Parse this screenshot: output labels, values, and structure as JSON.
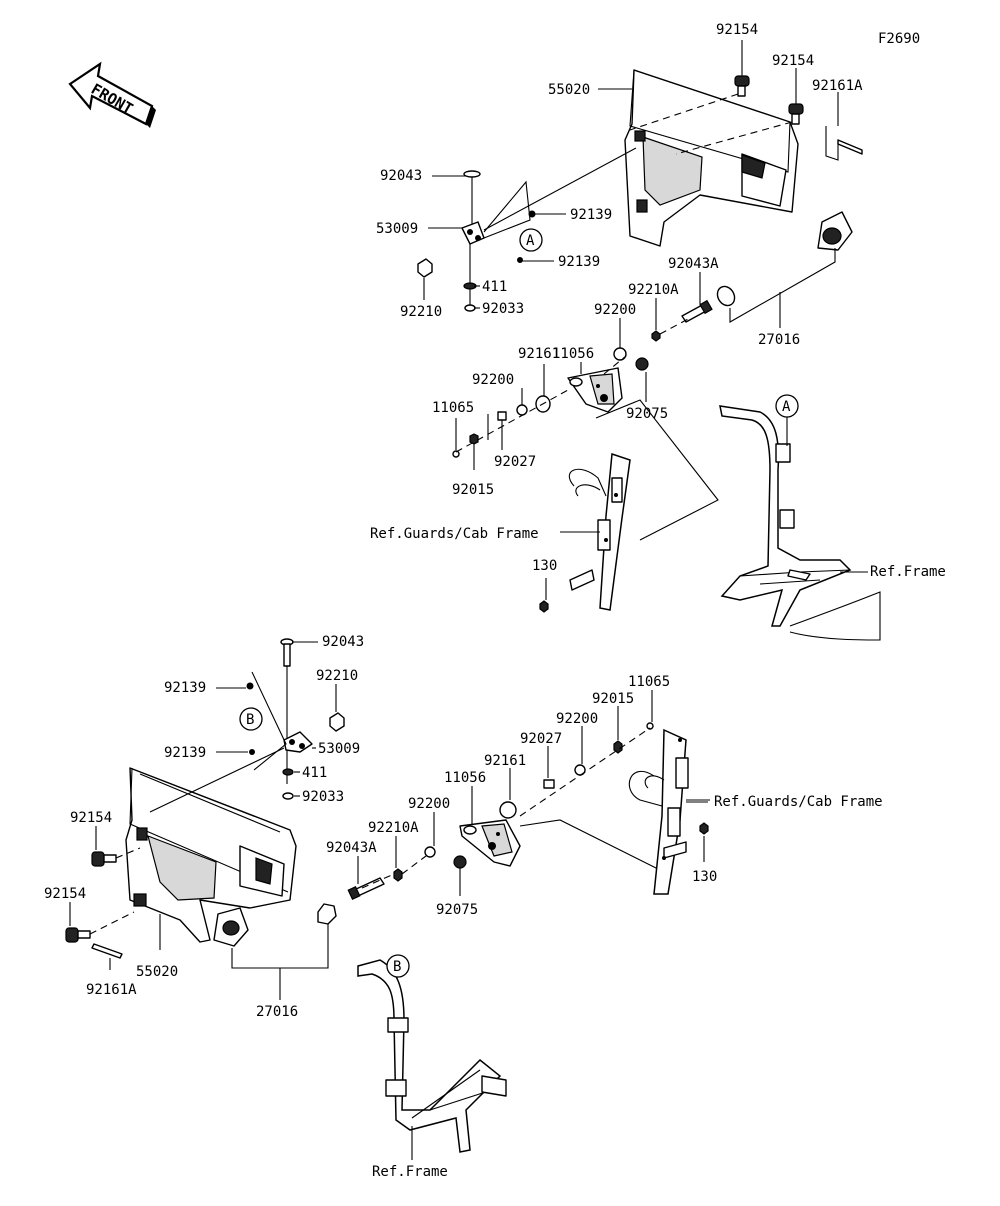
{
  "figure_code": "F2690",
  "front_arrow": "FRONT",
  "callouts": {
    "a": "A",
    "b": "B"
  },
  "top": {
    "p55020": "55020",
    "p92154a": "92154",
    "p92154b": "92154",
    "p92161A": "92161A",
    "p92043": "92043",
    "p53009": "53009",
    "p92139a": "92139",
    "p92139b": "92139",
    "p411": "411",
    "p92033": "92033",
    "p92210": "92210",
    "p92043A": "92043A",
    "p92210A": "92210A",
    "p92200a": "92200",
    "p11056": "11056",
    "p92161": "92161",
    "p92200b": "92200",
    "p11065": "11065",
    "p92027": "92027",
    "p92015": "92015",
    "p92075": "92075",
    "p27016": "27016",
    "ref_guards": "Ref.Guards/Cab Frame",
    "p130": "130",
    "ref_frame": "Ref.Frame"
  },
  "bottom": {
    "p92043": "92043",
    "p92139a": "92139",
    "p92210": "92210",
    "p92139b": "92139",
    "p53009": "53009",
    "p411": "411",
    "p92033": "92033",
    "p11065": "11065",
    "p92015": "92015",
    "p92200a": "92200",
    "p92027": "92027",
    "p92161": "92161",
    "p11056": "11056",
    "p92200b": "92200",
    "p92210A": "92210A",
    "p92043A": "92043A",
    "p92075": "92075",
    "ref_guards": "Ref.Guards/Cab Frame",
    "p130": "130",
    "p92154a": "92154",
    "p92154b": "92154",
    "p55020": "55020",
    "p92161A": "92161A",
    "p27016": "27016",
    "ref_frame": "Ref.Frame"
  }
}
